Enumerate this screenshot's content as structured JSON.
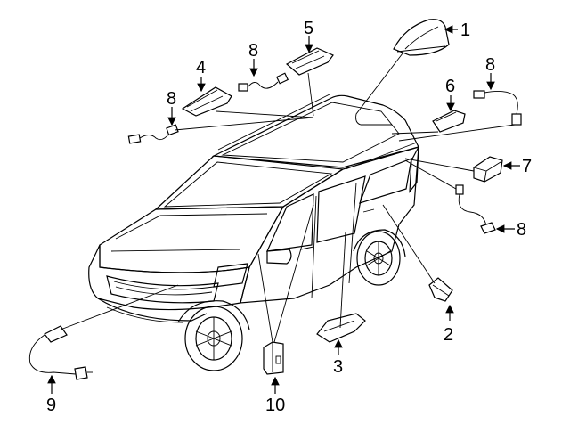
{
  "callouts": [
    {
      "id": "callout-1",
      "label": "1"
    },
    {
      "id": "callout-2",
      "label": "2"
    },
    {
      "id": "callout-3",
      "label": "3"
    },
    {
      "id": "callout-4",
      "label": "4"
    },
    {
      "id": "callout-5",
      "label": "5"
    },
    {
      "id": "callout-6",
      "label": "6"
    },
    {
      "id": "callout-7",
      "label": "7"
    },
    {
      "id": "callout-8a",
      "label": "8"
    },
    {
      "id": "callout-8b",
      "label": "8"
    },
    {
      "id": "callout-8c",
      "label": "8"
    },
    {
      "id": "callout-8d",
      "label": "8"
    },
    {
      "id": "callout-9",
      "label": "9"
    },
    {
      "id": "callout-10",
      "label": "10"
    }
  ],
  "colors": {
    "line": "#000000",
    "background": "#ffffff"
  }
}
